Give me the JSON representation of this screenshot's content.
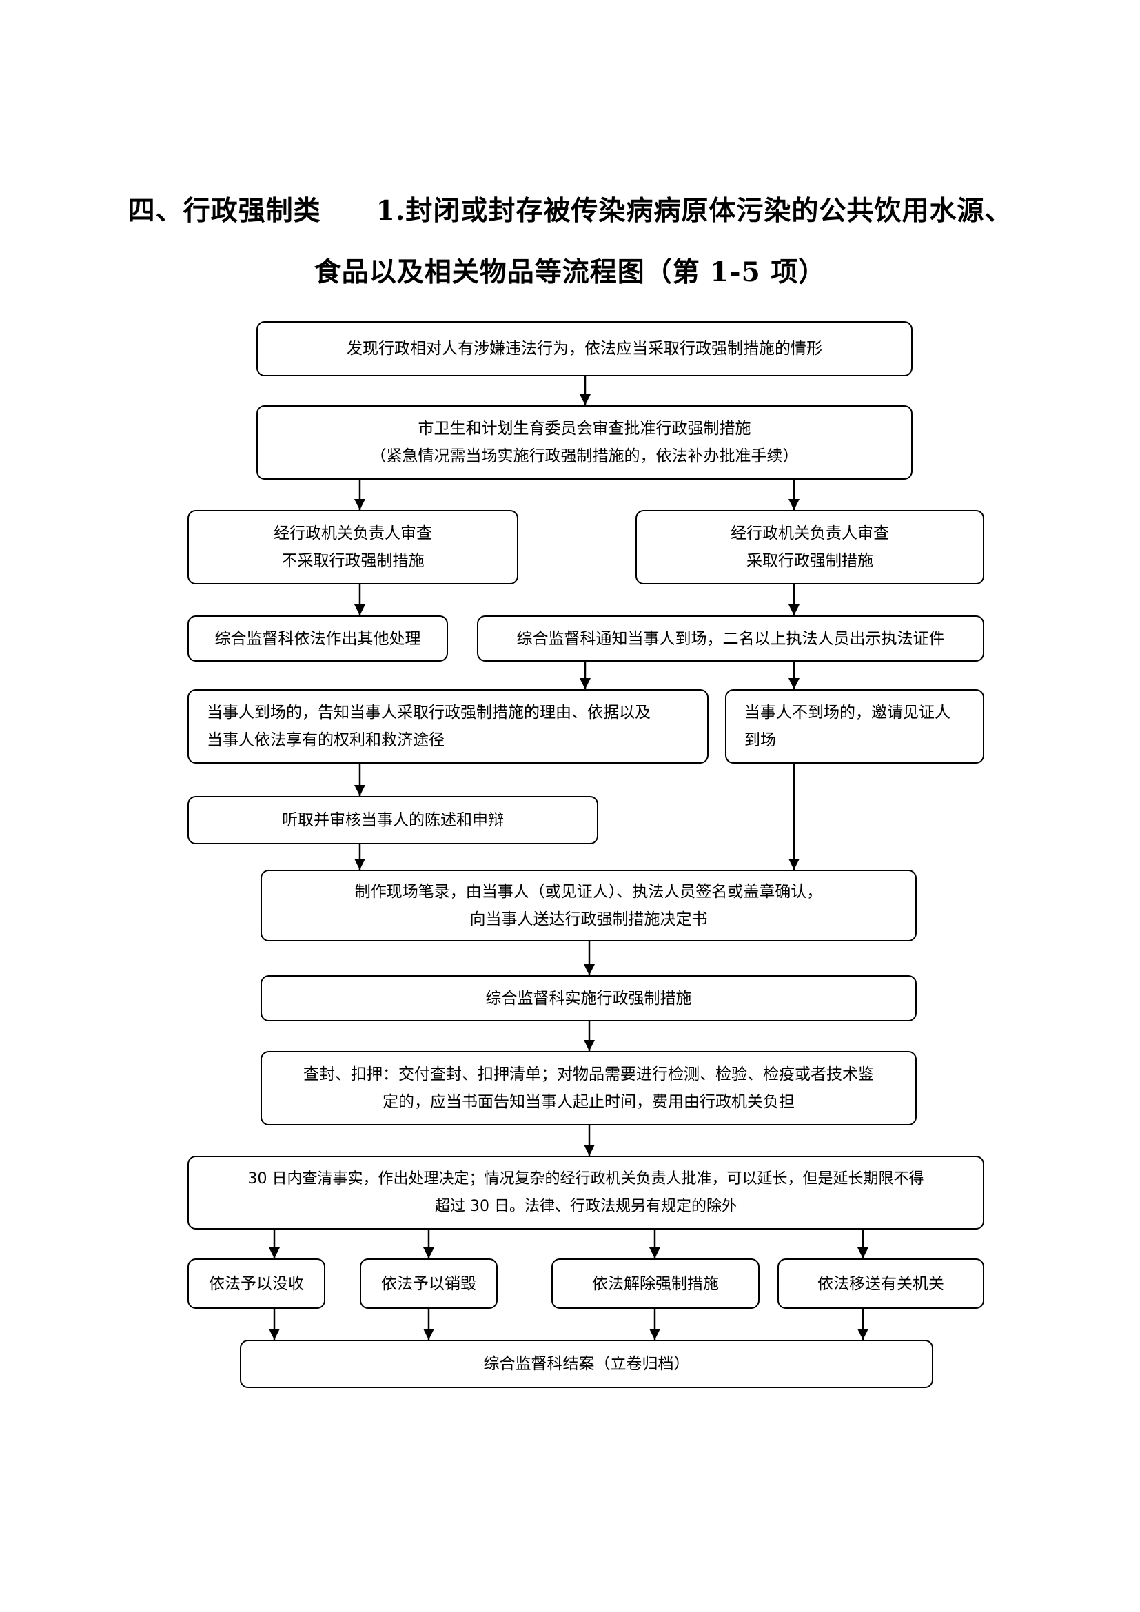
{
  "title": {
    "line1": "四、行政强制类　　1.封闭或封存被传染病病原体污染的公共饮用水源、",
    "line2": "食品以及相关物品等流程图（第 1-5 项）"
  },
  "nodes": {
    "discover": [
      "发现行政相对人有涉嫌违法行为，依法应当采取行政强制措施的情形"
    ],
    "approve": [
      "市卫生和计划生育委员会审查批准行政强制措施",
      "（紧急情况需当场实施行政强制措施的，依法补办批准手续）"
    ],
    "no_measure": [
      "经行政机关负责人审查",
      "不采取行政强制措施"
    ],
    "take_measure": [
      "经行政机关负责人审查",
      "采取行政强制措施"
    ],
    "other_handling": [
      "综合监督科依法作出其他处理"
    ],
    "notify": [
      "综合监督科通知当事人到场，二名以上执法人员出示执法证件"
    ],
    "party_present": [
      "当事人到场的，告知当事人采取行政强制措施的理由、依据以及",
      "当事人依法享有的权利和救济途径"
    ],
    "party_absent": [
      "当事人不到场的，邀请见证人",
      "到场"
    ],
    "hear_statement": [
      "听取并审核当事人的陈述和申辩"
    ],
    "record": [
      "制作现场笔录，由当事人（或见证人）、执法人员签名或盖章确认，",
      "向当事人送达行政强制措施决定书"
    ],
    "implement": [
      "综合监督科实施行政强制措施"
    ],
    "seal": [
      "查封、扣押：交付查封、扣押清单；对物品需要进行检测、检验、检疫或者技术鉴",
      "定的，应当书面告知当事人起止时间，费用由行政机关负担"
    ],
    "decide": [
      "30 日内查清事实，作出处理决定；情况复杂的经行政机关负责人批准，可以延长，但是延长期限不得",
      "超过 30 日。法律、行政法规另有规定的除外"
    ],
    "confiscate": [
      "依法予以没收"
    ],
    "destroy": [
      "依法予以销毁"
    ],
    "release": [
      "依法解除强制措施"
    ],
    "transfer": [
      "依法移送有关机关"
    ],
    "close_case": [
      "综合监督科结案（立卷归档）"
    ]
  }
}
